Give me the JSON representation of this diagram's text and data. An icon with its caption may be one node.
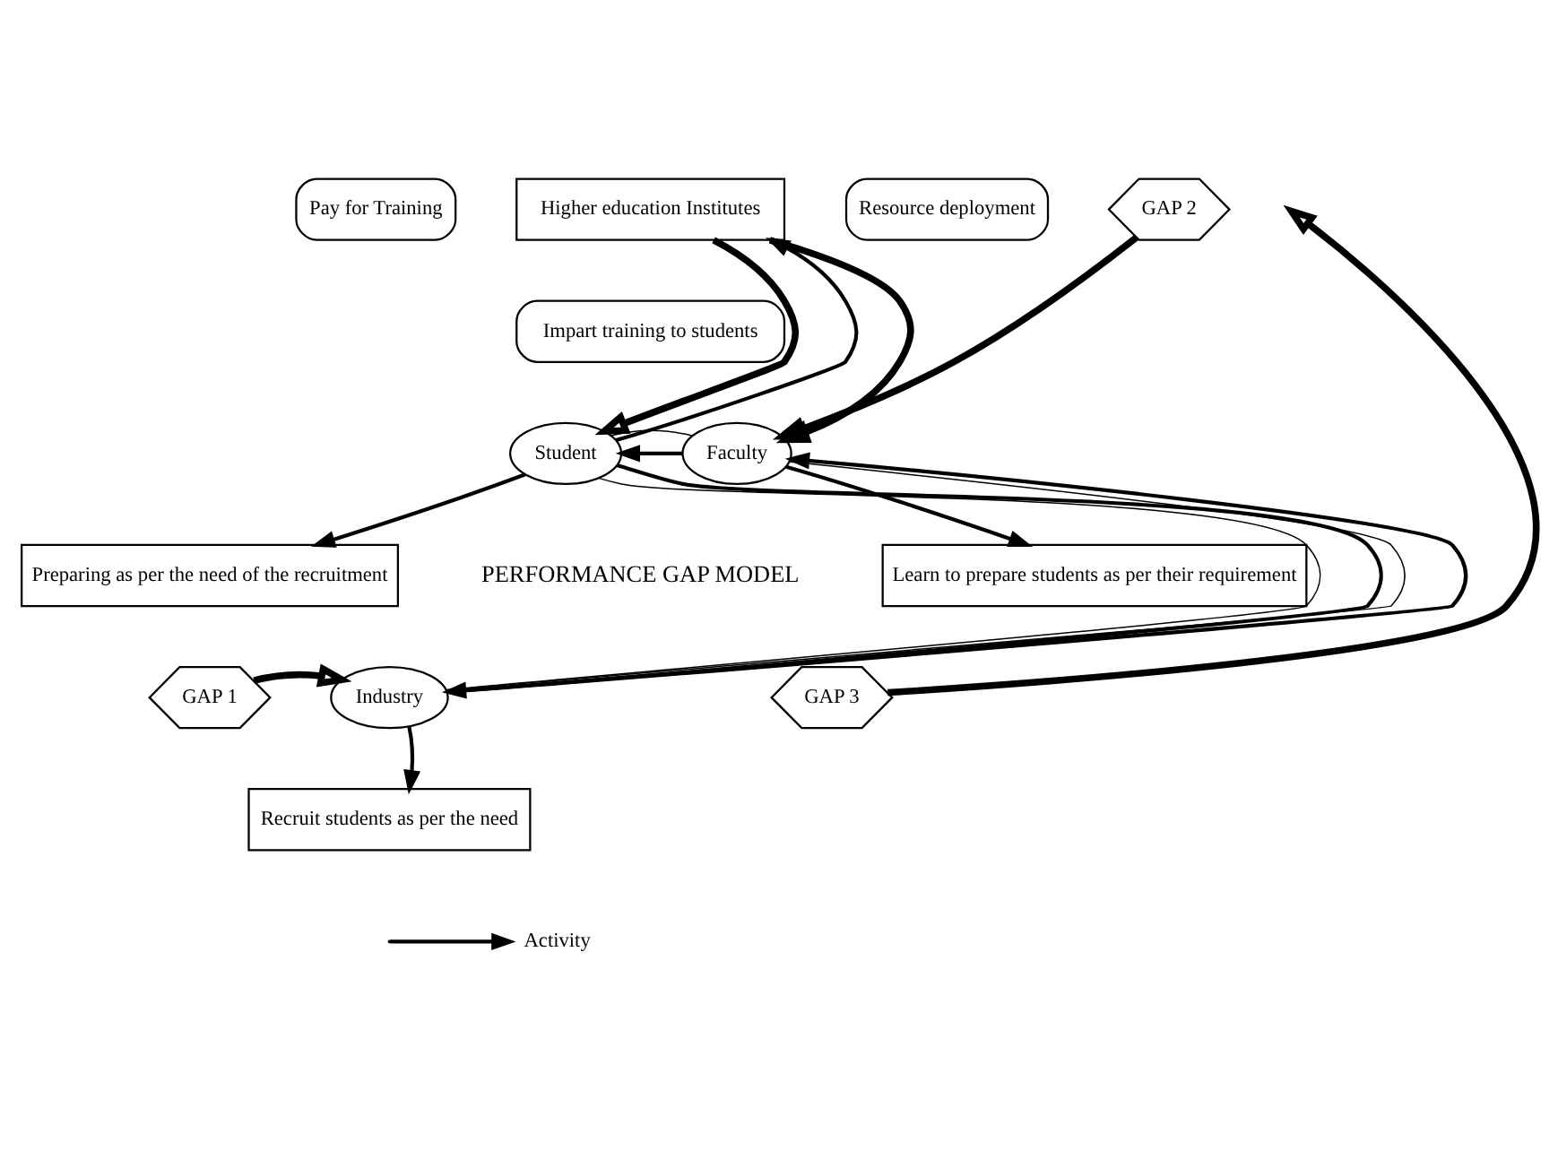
{
  "diagram": {
    "nodes": [
      {
        "text": [
          "Pay for Training"
        ]
      },
      {
        "text": [
          "Higher education Institutes"
        ]
      },
      {
        "text": [
          "Resource deployment"
        ]
      },
      {
        "text": [
          "GAP 2"
        ]
      },
      {
        "text": [
          "Impart training to students"
        ]
      },
      {
        "text": [
          "Student"
        ]
      },
      {
        "text": [
          "Faculty"
        ]
      },
      {
        "text": [
          "Preparing as per the need of the recruitment"
        ]
      },
      {
        "text": [
          "Learn to prepare students as per their requirement"
        ]
      },
      {
        "text": [
          "GAP 1"
        ]
      },
      {
        "text": [
          "Industry"
        ]
      },
      {
        "text": [
          "GAP 3"
        ]
      },
      {
        "text": [
          "Recruit students as per the need"
        ]
      }
    ],
    "edges": [
      {
        "from": 5,
        "to": 1,
        "arrow": "to"
      },
      {
        "from": 1,
        "to": 5,
        "arrow": "to",
        "style": "thick"
      },
      {
        "from": 1,
        "to": 6,
        "arrow": "to",
        "style": "thick"
      },
      {
        "from": 3,
        "to": 6,
        "arrow": "to",
        "style": "thick"
      },
      {
        "from": 6,
        "to": 5,
        "arrow": "to"
      },
      {
        "from": 5,
        "to": 6,
        "arrow": "none"
      },
      {
        "from": 5,
        "to": 10,
        "arrow": "none"
      },
      {
        "from": 10,
        "to": 6,
        "arrow": "none"
      },
      {
        "from": 5,
        "to": 7,
        "arrow": "to"
      },
      {
        "from": 5,
        "to": 10,
        "arrow": "to"
      },
      {
        "from": 10,
        "to": 6,
        "arrow": "to"
      },
      {
        "from": 6,
        "to": 8,
        "arrow": "to"
      },
      {
        "from": 9,
        "to": 10,
        "arrow": "to",
        "style": "thick"
      },
      {
        "from": 11,
        "to": null,
        "arrow": "to",
        "style": "thick"
      },
      {
        "from": 10,
        "to": 12,
        "arrow": "to"
      }
    ],
    "labels": [
      "PERFORMANCE GAP MODEL"
    ],
    "legend": [
      {
        "text": "Activity"
      }
    ]
  }
}
